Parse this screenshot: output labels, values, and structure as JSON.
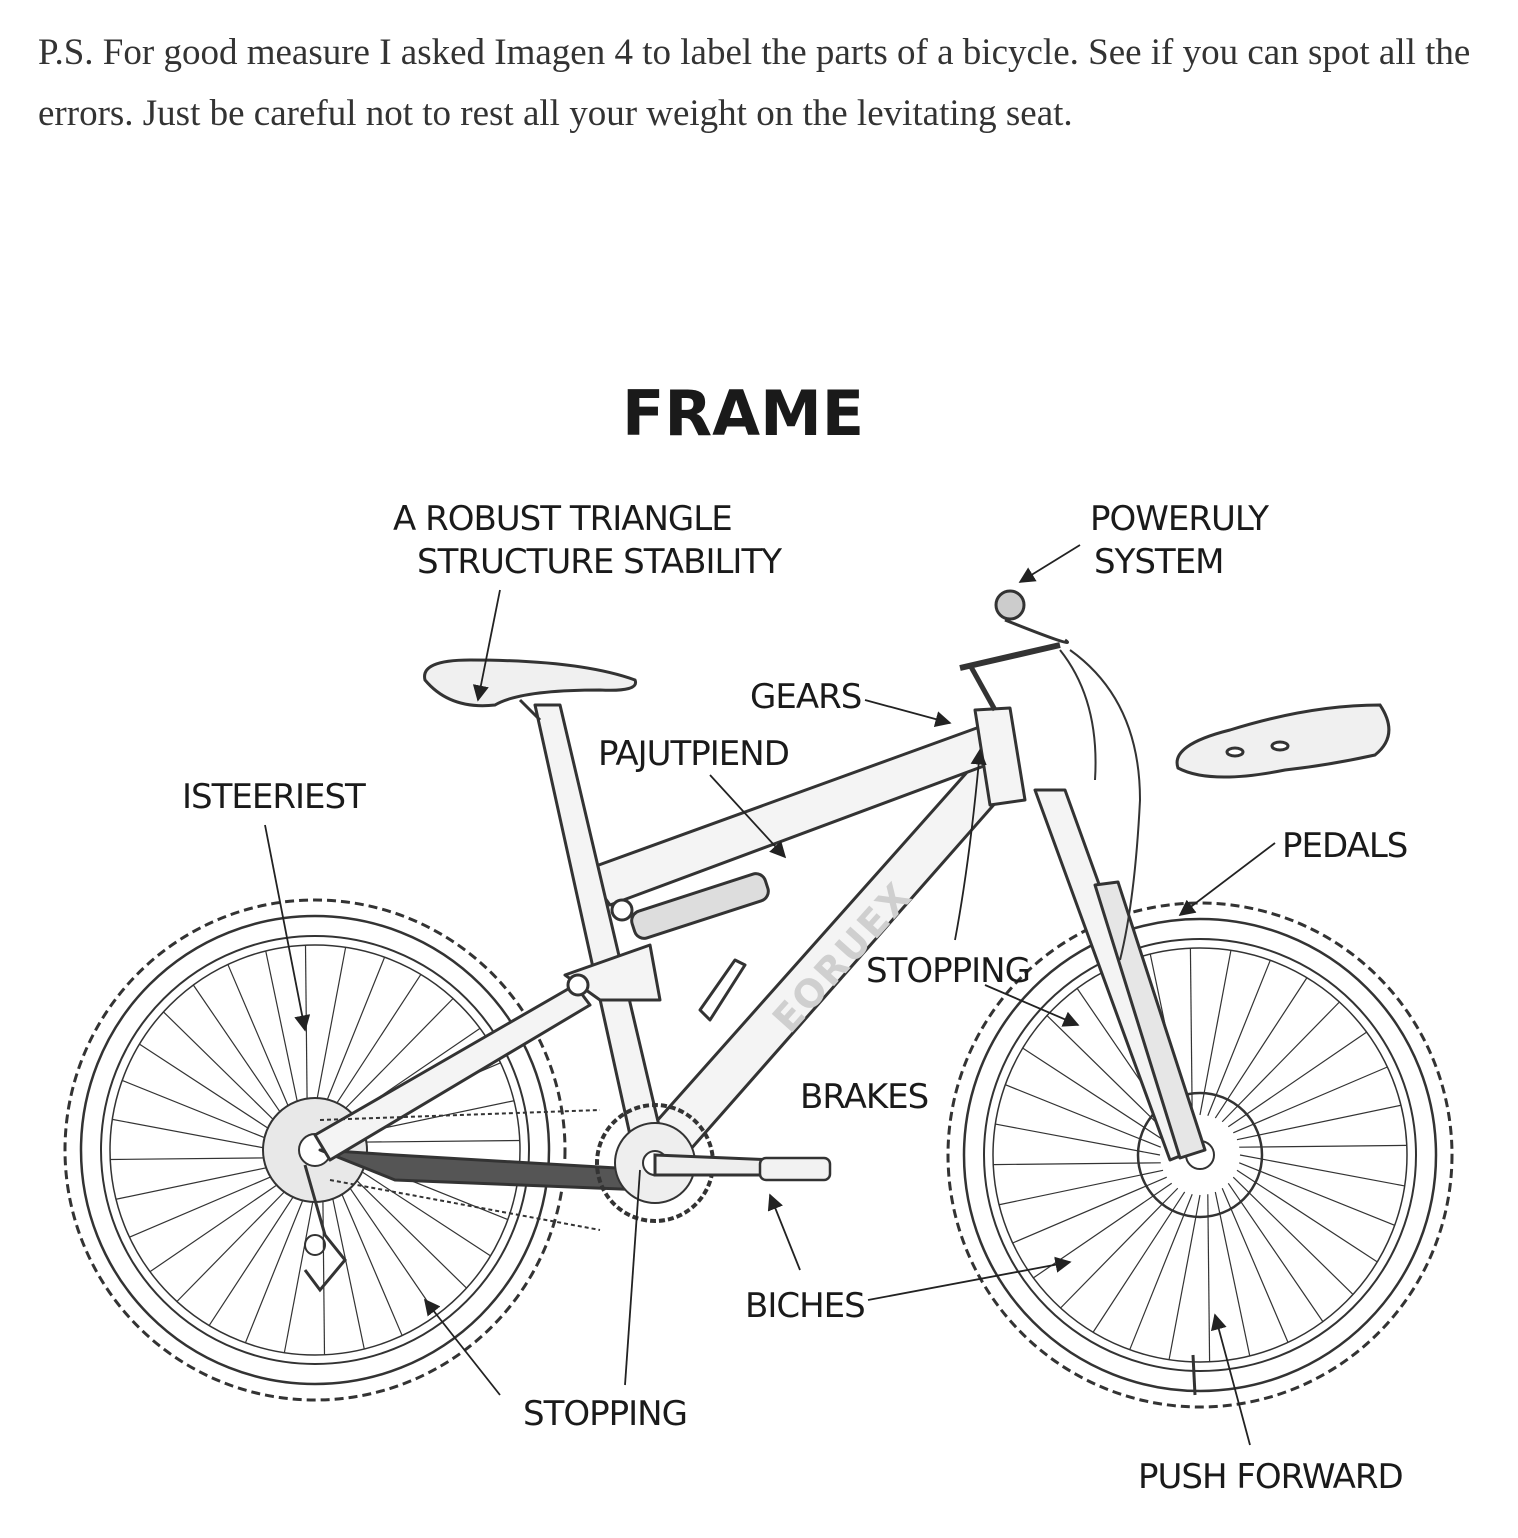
{
  "intro_text": "P.S. For good measure I asked Imagen 4 to label the parts of a bicycle. See if you can spot all the errors. Just be careful not to rest all your weight on the levitating seat.",
  "diagram": {
    "title": "FRAME",
    "downtube_brand": "EORUEX",
    "labels": {
      "triangle_line1": "A ROBUST TRIANGLE",
      "triangle_line2": "STRUCTURE STABILITY",
      "powerfuly_line1": "POWERULY",
      "powerfuly_line2": "SYSTEM",
      "gears": "GEARS",
      "pajutpiend": "PAJUTPIEND",
      "isteeriest": "ISTEERIEST",
      "pedals": "PEDALS",
      "stopping_top": "STOPPING",
      "brakes": "BRAKES",
      "biches": "BICHES",
      "stopping_bottom": "STOPPING",
      "push_forward": "PUSH FORWARD"
    }
  }
}
